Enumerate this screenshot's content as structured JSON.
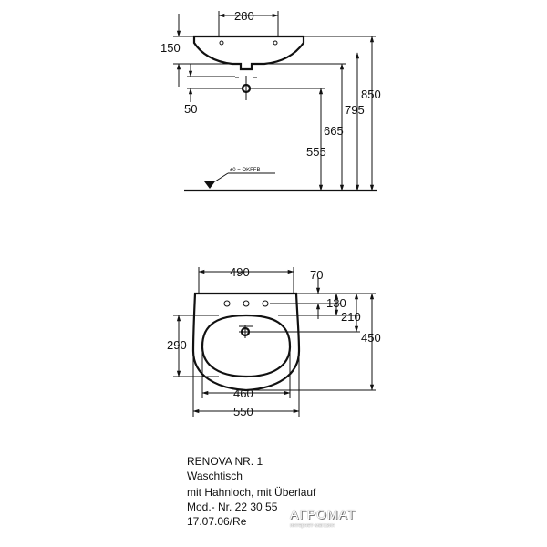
{
  "side_view": {
    "dims": {
      "width_top": "280",
      "bowl_height": "150",
      "offset": "50",
      "h555": "555",
      "h665": "665",
      "h795": "795",
      "h850": "850"
    },
    "floor_label": "±0 = OKFFB"
  },
  "top_view": {
    "dims": {
      "w490": "490",
      "d70": "70",
      "d130": "130",
      "d210": "210",
      "d290": "290",
      "d450": "450",
      "w460": "460",
      "w550": "550"
    }
  },
  "caption": {
    "line1": "RENOVA NR. 1",
    "line2": "Waschtisch",
    "line3": "mit Hahnloch, mit Überlauf",
    "line4": "Mod.- Nr. 22 30 55",
    "line5": "17.07.06/Re"
  },
  "watermark": {
    "brand": "АГРОМАТ",
    "sub": "интернет-магазин"
  }
}
